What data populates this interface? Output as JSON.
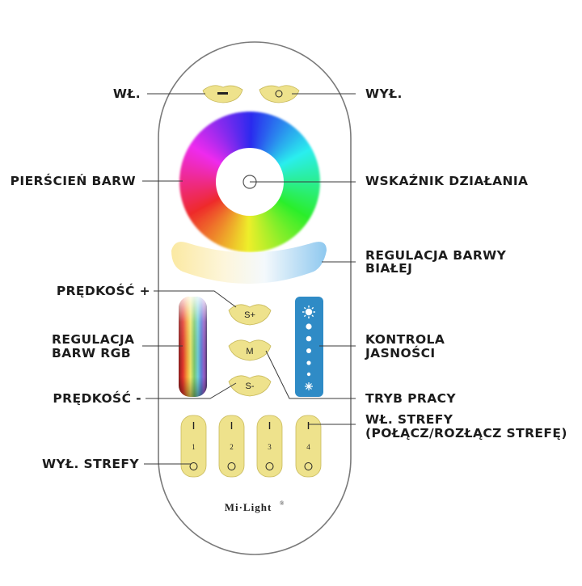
{
  "labels": {
    "on": "WŁ.",
    "off": "WYŁ.",
    "color_ring": "PIERŚCIEŃ BARW",
    "indicator": "WSKAŹNIK DZIAŁANIA",
    "white_temp_1": "REGULACJA BARWY",
    "white_temp_2": "BIAŁEJ",
    "speed_plus": "PRĘDKOŚĆ +",
    "rgb_adjust_1": "REGULACJA",
    "rgb_adjust_2": "BARW RGB",
    "brightness_1": "KONTROLA",
    "brightness_2": "JASNOŚCI",
    "speed_minus": "PRĘDKOŚĆ -",
    "mode": "TRYB PRACY",
    "zone_on_1": "WŁ. STREFY",
    "zone_on_2": "(POŁĄCZ/ROZŁĄCZ STREFĘ)",
    "zone_off": "WYŁ. STREFY"
  },
  "remote": {
    "speed_plus_key": "S+",
    "mode_key": "M",
    "speed_minus_key": "S-",
    "zones": [
      "1",
      "2",
      "3",
      "4"
    ],
    "brand": "Mi·Light",
    "registered_mark": "®"
  },
  "colors": {
    "button_yellow": "#eee28c",
    "brightness_strip": "#2f8bc6",
    "remote_outline": "#7a7a7a"
  }
}
